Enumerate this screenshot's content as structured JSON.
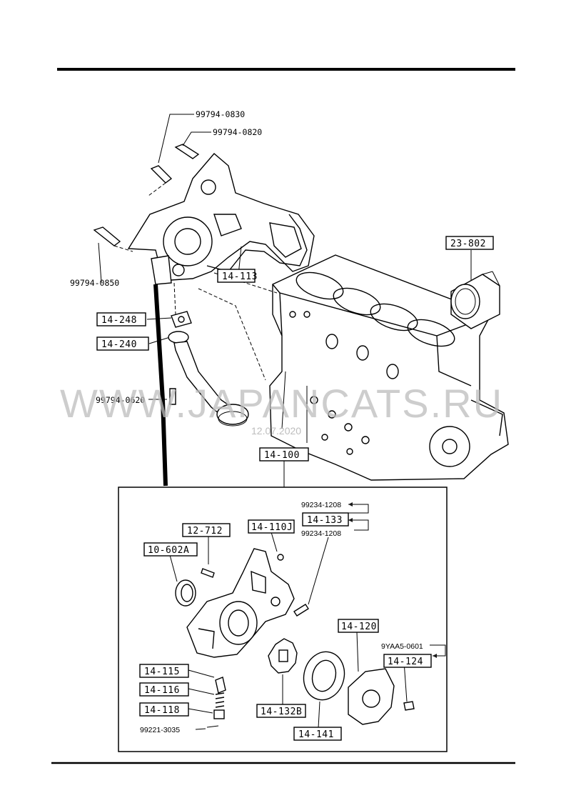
{
  "watermark": {
    "text": "WWW.JAPANCATS.RU",
    "date": "12.07.2020"
  },
  "parts": {
    "bolt_top": "99794-0830",
    "bolt_top2": "99794-0820",
    "bolt_left": "99794-0850",
    "bolt_pickup": "99794-0620",
    "gasket_cover": "14-113",
    "gasket_strainer": "14-248",
    "strainer": "14-240",
    "oil_filter": "23-802",
    "pump_assy": "14-100",
    "bolt_1208_a": "99234-1208",
    "bolt_1208_b": "99234-1208",
    "pin_133": "14-133",
    "pin_110j": "14-110J",
    "dowel": "12-712",
    "oil_seal": "10-602A",
    "plunger": "14-115",
    "spring": "14-116",
    "plug": "14-118",
    "washer": "99221-3035",
    "inner_rotor": "14-132B",
    "outer_rotor": "14-141",
    "cover": "14-120",
    "screw_9yaa5": "9YAA5-0601",
    "screw_124": "14-124"
  }
}
